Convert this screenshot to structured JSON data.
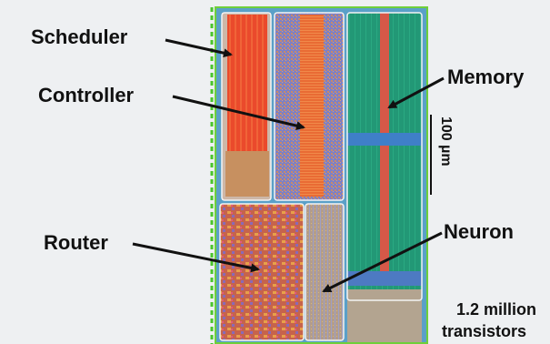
{
  "labels": {
    "scheduler": "Scheduler",
    "controller": "Controller",
    "memory": "Memory",
    "router": "Router",
    "neuron": "Neuron"
  },
  "scale_bar": "100 µm",
  "caption_line1": "1.2 million",
  "caption_line2": "transistors",
  "colors": {
    "background": "#eef0f2",
    "chip_border": "#6fcf3a",
    "dashed_border": "#49c52c",
    "scheduler": "#e8452a",
    "controller_blue": "#7a7ec8",
    "controller_orange": "#e8703a",
    "memory_green": "#239a78",
    "memory_spine": "#d95a4a",
    "router": "#c9654e",
    "neuron": "#b29a88"
  }
}
